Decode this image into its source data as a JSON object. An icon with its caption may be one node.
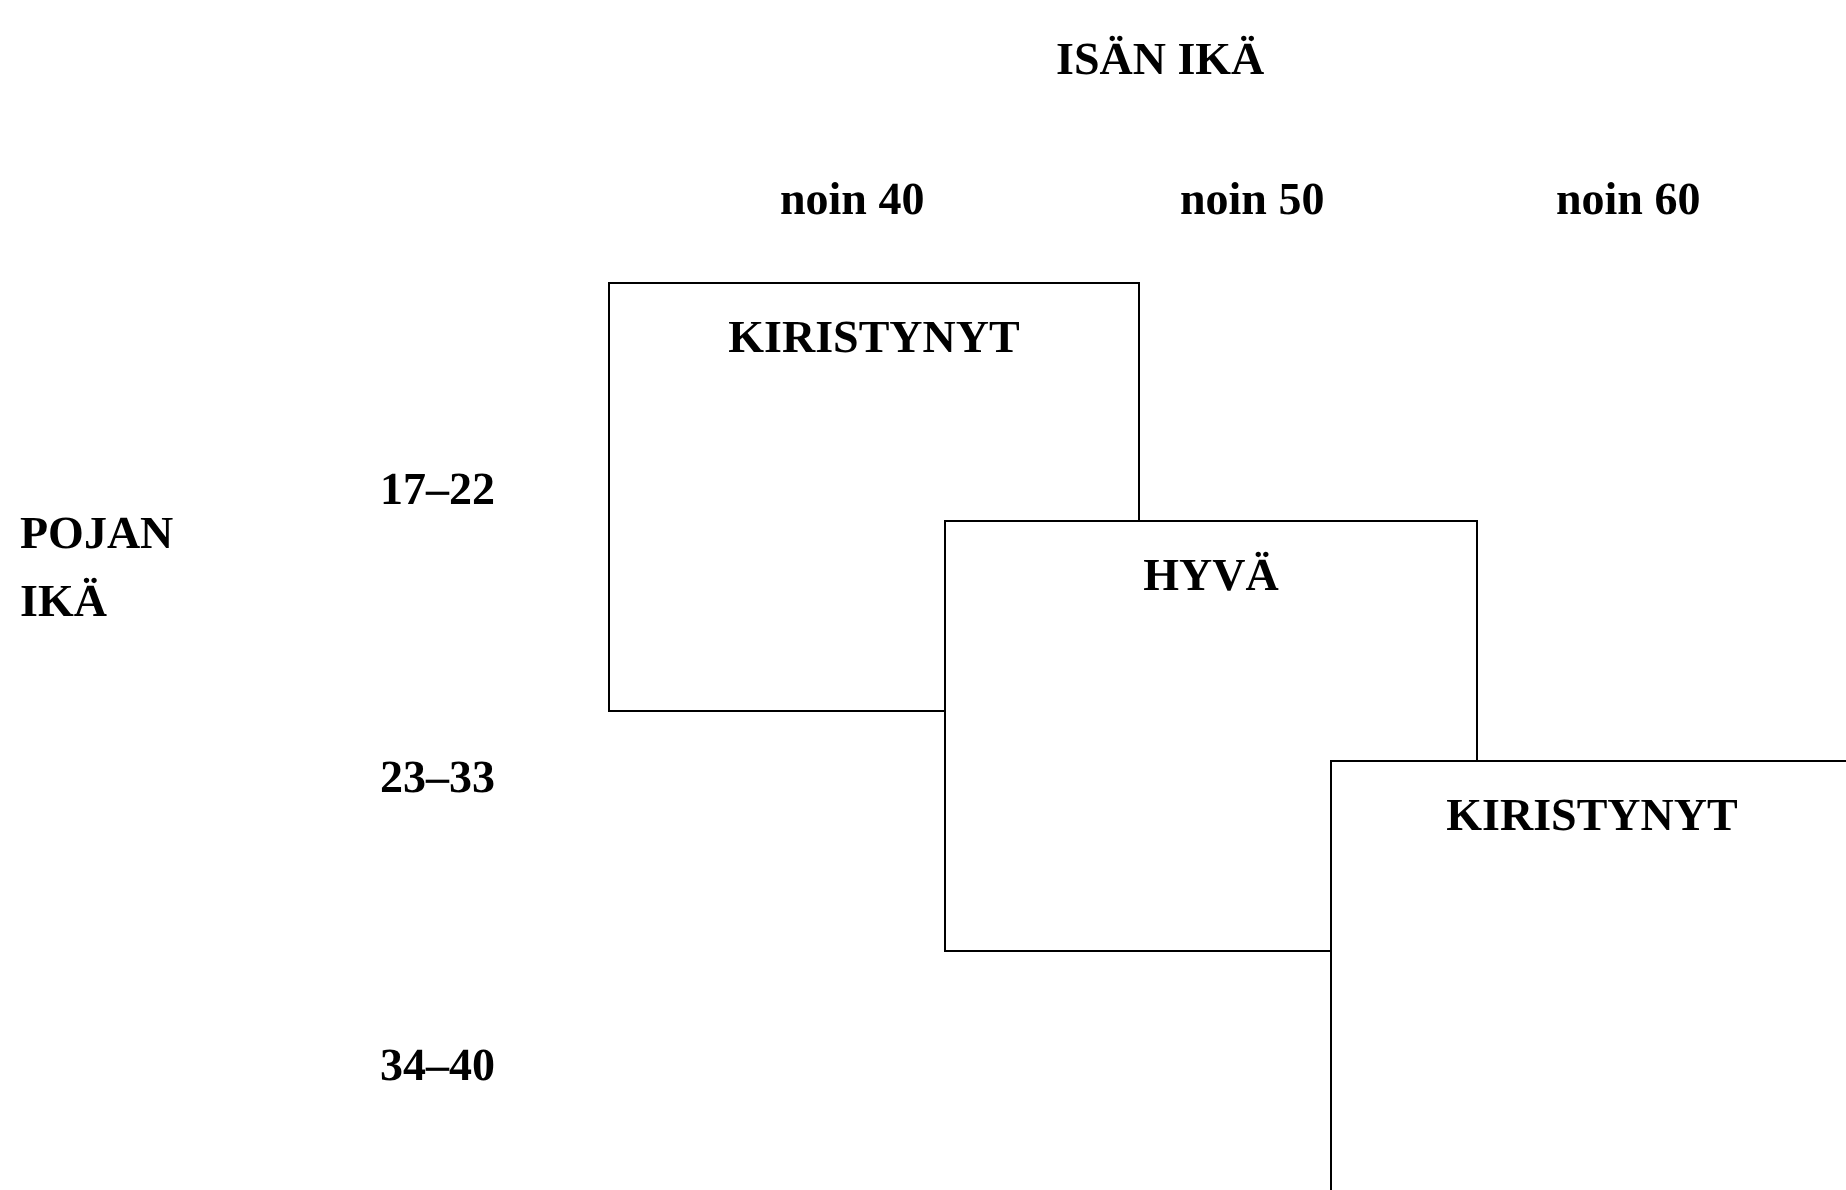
{
  "diagram": {
    "nodes": [
      {
        "text": [
          "KIRISTYNYT"
        ]
      },
      {
        "text": [
          "HYVÄ"
        ]
      },
      {
        "text": [
          "KIRISTYNYT"
        ]
      }
    ],
    "edges": [],
    "labels": [
      "ISÄN IKÄ",
      "noin 40",
      "noin 50",
      "noin 60",
      "POJAN IKÄ",
      "17–22",
      "23–33",
      "34–40"
    ]
  }
}
